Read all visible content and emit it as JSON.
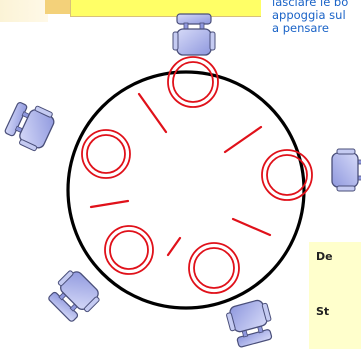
{
  "note": {
    "lines": [
      "lasciare le bo",
      "appoggia sul",
      "a pensare"
    ]
  },
  "side_box": {
    "label_top": "De",
    "label_bottom": "St"
  },
  "colors": {
    "table_outline": "#000000",
    "plates": "#e0111a",
    "chopsticks": "#e0111a",
    "chairs": "#a9b1ec",
    "note_text": "#1a63c7",
    "highlight_box": "#ffff66",
    "side_box": "#ffffcc"
  },
  "diagram": {
    "philosophers": 5,
    "plates": 5,
    "chopsticks": 5,
    "icons": [
      "chair-icon",
      "plate-icon",
      "chopstick-icon"
    ]
  }
}
